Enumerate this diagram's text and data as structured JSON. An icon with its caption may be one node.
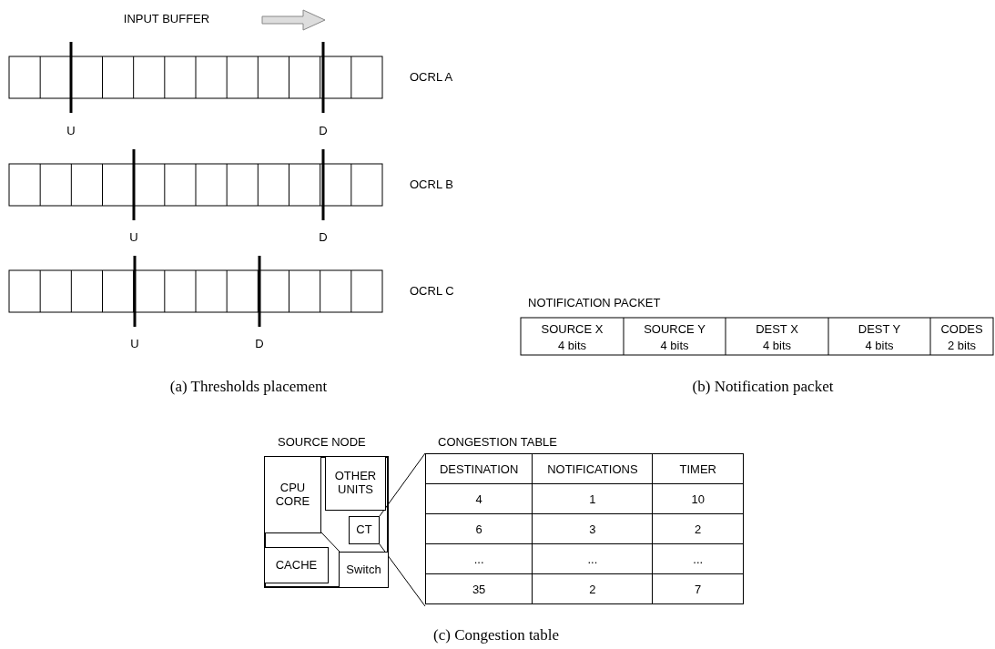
{
  "diagram": {
    "nodes": [
      {
        "text": [
          "SOURCE NODE"
        ]
      },
      {
        "text": [
          "CPU CORE"
        ],
        "in": 0
      },
      {
        "text": [
          "OTHER UNITS"
        ],
        "in": 0
      },
      {
        "text": [
          "CT"
        ],
        "in": 0
      },
      {
        "text": [
          "CACHE"
        ],
        "in": 0
      },
      {
        "text": [
          "Switch"
        ],
        "in": 0
      },
      {
        "text": [
          "CONGESTION TABLE"
        ]
      }
    ],
    "edges": [
      {
        "from": 3,
        "to": 6,
        "arrow": "none"
      },
      {
        "from": 3,
        "to": 6,
        "arrow": "none"
      }
    ],
    "labels": [
      "INPUT BUFFER",
      "OCRL A",
      "U",
      "D",
      "OCRL B",
      "U",
      "D",
      "OCRL C",
      "U",
      "D",
      "(a) Thresholds placement",
      "NOTIFICATION PACKET",
      "SOURCE X",
      "SOURCE Y",
      "DEST X",
      "DEST Y",
      "CODES",
      "4 bits",
      "4 bits",
      "4 bits",
      "4 bits",
      "2 bits",
      "(b) Notification packet",
      "DESTINATION",
      "NOTIFICATIONS",
      "TIMER",
      "4",
      "1",
      "10",
      "6",
      "3",
      "2",
      "...",
      "...",
      "...",
      "35",
      "2",
      "7",
      "(c) Congestion table"
    ]
  }
}
